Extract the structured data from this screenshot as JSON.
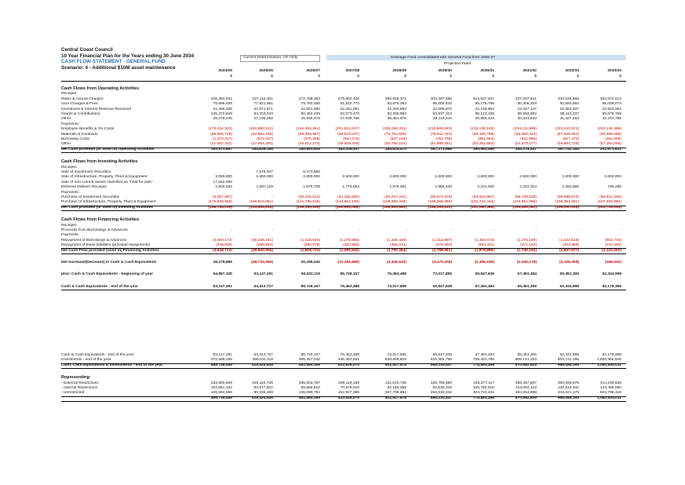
{
  "title": {
    "line1": "Central Coast Council",
    "line2": "10 Year Financial Plan for the Years ending 30 June 2034",
    "line3": "CASH FLOW STATEMENT - GENERAL FUND",
    "line4": "Scenario: 4 - Additional $10M asset maintenance"
  },
  "banner": {
    "current": "Current Determination- GF Only",
    "consolidated": "Drainage Fund consolidated with General Fund from 2026-27",
    "projected": "Projected Years"
  },
  "years": [
    "2024/25",
    "2025/26",
    "2026/27",
    "2027/28",
    "2028/29",
    "2029/30",
    "2030/31",
    "2031/32",
    "2032/33",
    "2033/34"
  ],
  "dollar": "$",
  "rows": [
    {
      "label": "Cash Flows from Operating Activities",
      "type": "sec"
    },
    {
      "label": "Receipts:",
      "type": "sub"
    },
    {
      "label": "Rates & Annual Charges",
      "v": [
        "226,350,531",
        "237,115,301",
        "272,768,383",
        "279,802,406",
        "290,928,371",
        "302,497,656",
        "314,527,947",
        "327,037,641",
        "340,045,865",
        "353,572,513"
      ]
    },
    {
      "label": "User Charges & Fees",
      "v": [
        "75,696,635",
        "77,821,651",
        "79,793,465",
        "81,810,773",
        "83,879,384",
        "86,000,610",
        "88,175,795",
        "90,406,318",
        "92,693,594",
        "95,039,074"
      ]
    },
    {
      "label": "Investment & Interest Revenue Received",
      "v": [
        "21,466,339",
        "22,871,671",
        "22,091,360",
        "22,261,061",
        "22,040,994",
        "22,096,876",
        "22,136,962",
        "22,247,147",
        "22,353,937",
        "22,523,064"
      ]
    },
    {
      "label": "Grants & Contributions",
      "v": [
        "125,370,648",
        "84,203,043",
        "90,454,436",
        "92,073,470",
        "93,205,993",
        "93,637,313",
        "95,123,106",
        "96,592,692",
        "98,110,037",
        "99,676,768"
      ]
    },
    {
      "label": "Other",
      "v": [
        "25,078,245",
        "27,105,292",
        "26,936,479",
        "27,636,756",
        "28,364,976",
        "29,116,443",
        "29,855,423",
        "30,631,533",
        "31,427,816",
        "32,244,795"
      ]
    },
    {
      "label": "Payments:",
      "type": "sub"
    },
    {
      "label": "Employee Benefits & On-Costs",
      "neg": true,
      "v": [
        "(170,444,323)",
        "(182,850,512)",
        "(194,364,464)",
        "(201,513,637)",
        "(208,260,211)",
        "(216,508,663)",
        "(225,138,153)",
        "(234,111,999)",
        "(243,443,974)",
        "(253,148,386)"
      ]
    },
    {
      "label": "Materials & Contracts",
      "neg": true,
      "v": [
        "(68,905,726)",
        "(62,961,189)",
        "(66,306,957)",
        "(69,523,037)",
        "(73,752,690)",
        "(76,911,784)",
        "(80,155,759)",
        "(83,456,223)",
        "(87,025,862)",
        "(90,489,586)"
      ]
    },
    {
      "label": "Borrowing Costs",
      "neg": true,
      "v": [
        "(1,370,227)",
        "(974,037)",
        "(976,466)",
        "(910,472)",
        "(837,193)",
        "(761,795)",
        "(681,554)",
        "(601,986)",
        "(527,473)",
        "(462,605)"
      ]
    },
    {
      "label": "Other",
      "neg": true,
      "v": [
        "(41,562,432)",
        "(47,664,463)",
        "(45,812,274)",
        "(49,608,403)",
        "(50,755,154)",
        "(51,995,051)",
        "(53,262,682)",
        "(54,570,677)",
        "(55,891,735)",
        "(57,284,046)"
      ]
    },
    {
      "label": "Net Cash provided (or used in) Operating Activities",
      "type": "total",
      "v": [
        "191,673,687",
        "154,626,156",
        "180,993,924",
        "182,028,937",
        "184,814,470",
        "187,173,586",
        "190,583,085",
        "194,174,447",
        "197,742,184",
        "201,671,612"
      ]
    },
    {
      "label": "",
      "type": "gap"
    },
    {
      "label": "Cash Flows from Investing Activities",
      "type": "sec"
    },
    {
      "label": "Receipts:",
      "type": "sub"
    },
    {
      "label": "Sale of Investment Securities",
      "v": [
        "",
        "7,578,047",
        "8,473,555",
        "",
        "",
        "",
        "",
        "",
        "",
        ""
      ]
    },
    {
      "label": "Sale of Infrastructure, Property, Plant & Equipment",
      "v": [
        "3,080,000",
        "2,600,000",
        "2,600,000",
        "2,600,000",
        "2,600,000",
        "2,600,000",
        "2,600,000",
        "2,600,000",
        "2,600,000",
        "2,600,000"
      ]
    },
    {
      "label": "Sale of non-current assets classified as \"held for sale\"",
      "v": [
        "17,622,000",
        "",
        "",
        "",
        "",
        "",
        "",
        "",
        "",
        ""
      ]
    },
    {
      "label": "Deferred Debtors Receipts",
      "v": [
        "1,500,526",
        "1,587,119",
        "1,678,709",
        "1,775,584",
        "1,878,051",
        "1,986,430",
        "2,101,064",
        "2,222,313",
        "2,350,559",
        "768,285"
      ]
    },
    {
      "label": "Payments:",
      "type": "sub"
    },
    {
      "label": "Purchase of Investment Securities",
      "neg": true,
      "v": [
        "(5,007,597)",
        "-",
        "(30,245,913)",
        "(51,285,550)",
        "(82,047,242)",
        "(86,672,975)",
        "(94,018,987)",
        "(95,739,538)",
        "(98,599,873)",
        "(96,614,449)"
      ]
    },
    {
      "label": "Purchase of Infrastructure, Property, Plant & Equipment",
      "neg": true,
      "v": [
        "(175,938,948)",
        "(156,619,861)",
        "(141,795,510)",
        "(143,864,100)",
        "(108,990,449)",
        "(106,268,865)",
        "(101,742,443)",
        "(103,551,056)",
        "(105,351,601)",
        "(107,469,880)"
      ]
    },
    {
      "label": "Net Cash provided (or used in) Investing Activities",
      "type": "total",
      "neg": true,
      "v": [
        "(158,744,019)",
        "(144,854,615)",
        "(159,289,159)",
        "(190,694,066)",
        "(186,559,640)",
        "(188,355,410)",
        "(191,060,366)",
        "(194,468,282)",
        "(199,000,915)",
        "(200,716,044)"
      ]
    },
    {
      "label": "",
      "type": "gap"
    },
    {
      "label": "Cash Flows from Financing Activities",
      "type": "sec"
    },
    {
      "label": "Receipts:",
      "type": "sub"
    },
    {
      "label": "Proceeds from Borrowings & Advances",
      "v": [
        "-",
        "-",
        "-",
        "-",
        "-",
        "-",
        "-",
        "-",
        "-",
        "-"
      ]
    },
    {
      "label": "Payments:",
      "type": "sub"
    },
    {
      "label": "Repayment of Borrowings & Advances",
      "neg": true,
      "v": [
        "(4,400,173)",
        "(38,246,241)",
        "(1,218,645)",
        "(1,278,955)",
        "(1,345,449)",
        "(1,412,887)",
        "(1,484,673)",
        "(1,375,189)",
        "(1,442,619)",
        "(902,734)"
      ]
    },
    {
      "label": "Repayment of lease liabilities (principal repayments)",
      "neg": true,
      "v": [
        "(249,539)",
        "(258,664)",
        "(290,078)",
        "(320,586)",
        "(355,014)",
        "(375,494)",
        "(394,211)",
        "(371,154)",
        "(404,958)",
        "(219,466)"
      ]
    },
    {
      "label": "Net Cash Flow provided (used in) Financing Activities",
      "type": "total",
      "neg": true,
      "v": [
        "(4,649,712)",
        "(38,504,906)",
        "(1,508,723)",
        "(1,599,540)",
        "(1,700,464)",
        "(1,788,381)",
        "(1,878,885)",
        "(1,746,343)",
        "(1,847,577)",
        "(1,122,200)"
      ]
    },
    {
      "label": "",
      "type": "gap"
    },
    {
      "label": "Net Increase/(Decrease) in Cash & Cash Equivalents",
      "type": "bold",
      "mixed": true,
      "v": [
        "28,279,956",
        "(28,733,565)",
        "20,196,042",
        "(10,264,669)",
        "(3,445,633)",
        "(3,170,206)",
        "(2,356,165)",
        "(2,040,178)",
        "(3,106,308)",
        "(166,632)"
      ]
    },
    {
      "label": "",
      "type": "gap"
    },
    {
      "label": "plus: Cash & Cash Equivalents - beginning of year",
      "type": "bold",
      "v": [
        "64,867,335",
        "93,147,291",
        "66,532,116",
        "86,728,157",
        "76,463,488",
        "73,017,855",
        "69,847,649",
        "67,491,484",
        "65,451,306",
        "62,344,998"
      ]
    },
    {
      "label": "",
      "type": "gap"
    },
    {
      "label": "Cash & Cash Equivalents - end of the year",
      "type": "grand",
      "v": [
        "93,147,291",
        "64,413,727",
        "86,728,157",
        "76,463,488",
        "73,017,855",
        "69,847,649",
        "67,491,484",
        "65,451,306",
        "62,344,998",
        "62,178,366"
      ]
    }
  ],
  "bottom": [
    {
      "label": "Cash & Cash Equivalents - end of the year",
      "v": [
        "93,147,291",
        "64,413,727",
        "86,728,157",
        "76,463,488",
        "73,017,855",
        "69,847,649",
        "67,491,484",
        "65,451,306",
        "62,344,998",
        "62,178,366"
      ]
    },
    {
      "label": "Investments - end of the year",
      "v": [
        "372,589,165",
        "365,011,118",
        "395,257,032",
        "446,462,581",
        "528,509,823",
        "615,382,798",
        "709,401,785",
        "805,141,323",
        "903,741,196",
        "1,000,355,646"
      ]
    },
    {
      "label": "Cash, Cash Equivalents & Investments - end of the year",
      "type": "total",
      "v": [
        "465,736,456",
        "429,424,845",
        "481,985,189",
        "522,926,070",
        "601,527,678",
        "685,230,447",
        "776,893,268",
        "870,592,629",
        "966,086,194",
        "1,062,534,011"
      ]
    },
    {
      "label": "",
      "type": "gap"
    },
    {
      "label": "Representing:",
      "type": "sec"
    },
    {
      "label": "- External Restrictions",
      "v": [
        "233,590,569",
        "245,110,735",
        "286,003,797",
        "299,119,189",
        "311,640,736",
        "326,758,890",
        "346,377,117",
        "368,497,807",
        "390,848,678",
        "414,239,636"
      ]
    },
    {
      "label": "- Internal Restrictions",
      "v": [
        "103,551,332",
        "93,977,822",
        "59,885,610",
        "70,879,615",
        "82,180,059",
        "93,838,316",
        "105,792,910",
        "118,052,123",
        "130,616,341",
        "143,498,060"
      ]
    },
    {
      "label": "- Unrestricted",
      "v": [
        "128,594,556",
        "90,336,289",
        "136,095,782",
        "152,927,286",
        "207,706,881",
        "264,633,242",
        "324,723,241",
        "384,044,699",
        "444,621,175",
        "504,796,316"
      ]
    },
    {
      "label": "",
      "type": "total",
      "v": [
        "465,736,456",
        "429,424,845",
        "481,985,189",
        "522,926,070",
        "601,527,678",
        "685,230,447",
        "776,893,268",
        "870,592,629",
        "966,086,194",
        "1,062,534,011"
      ]
    }
  ]
}
